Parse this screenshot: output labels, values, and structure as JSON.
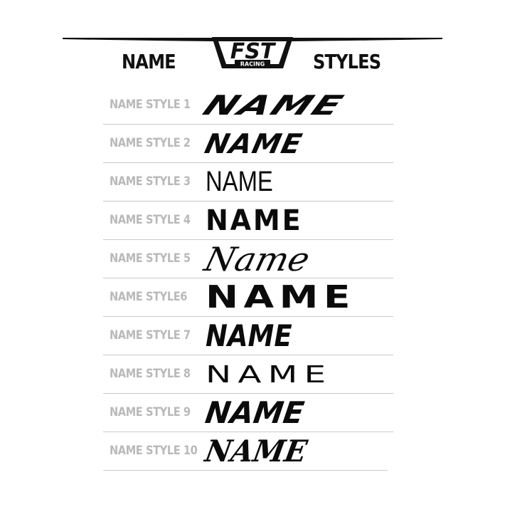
{
  "header": {
    "left_word": "NAME",
    "right_word": "STYLES",
    "logo_main": "FST",
    "logo_sub": "RACING"
  },
  "rows": [
    {
      "label": "NAME STYLE 1",
      "sample": "NAME"
    },
    {
      "label": "NAME STYLE 2",
      "sample": "NAME"
    },
    {
      "label": "NAME STYLE 3",
      "sample": "NAME"
    },
    {
      "label": "NAME STYLE 4",
      "sample": "NAME"
    },
    {
      "label": "NAME STYLE 5",
      "sample": "Name"
    },
    {
      "label": "NAME STYLE6",
      "sample": "NAME"
    },
    {
      "label": "NAME STYLE 7",
      "sample": "NAME"
    },
    {
      "label": "NAME STYLE 8",
      "sample": "NAME"
    },
    {
      "label": "NAME STYLE 9",
      "sample": "NAME"
    },
    {
      "label": "NAME STYLE 10",
      "sample": "NAME"
    }
  ],
  "colors": {
    "label_gray": "#b9b9b9",
    "divider": "#c9c9c9",
    "ink": "#0b0b0b"
  }
}
